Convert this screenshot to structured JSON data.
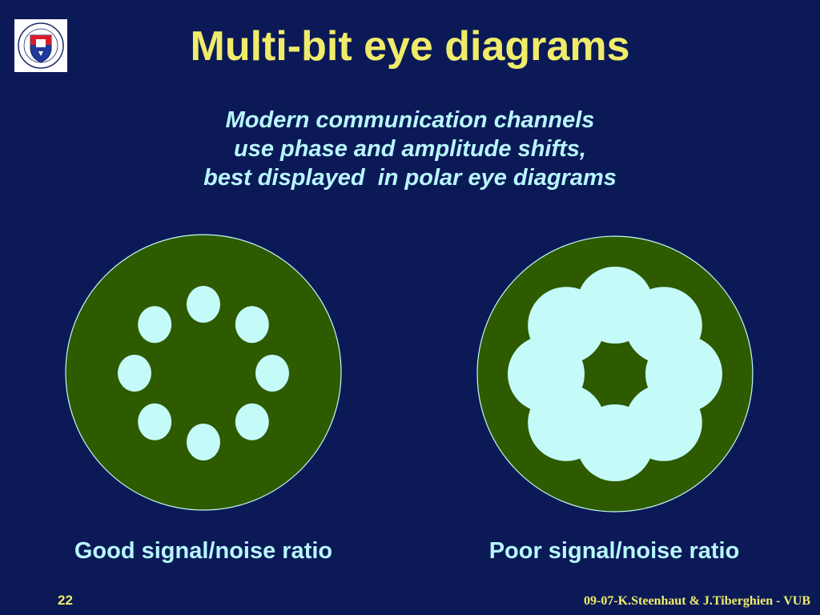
{
  "title": "Multi-bit eye diagrams",
  "subtitle_lines": [
    "Modern communication channels",
    "use phase and amplitude shifts,",
    "best displayed  in polar eye diagrams"
  ],
  "diagrams": [
    {
      "caption": "Good signal/noise ratio",
      "symbol_count": 8,
      "noise": "low"
    },
    {
      "caption": "Poor signal/noise ratio",
      "symbol_count": 8,
      "noise": "high"
    }
  ],
  "slide_number": "22",
  "footer": "09-07-K.Steenhaut & J.Tiberghien - VUB",
  "colors": {
    "background": "#0b1a57",
    "title": "#f0ec6a",
    "text": "#b8f6ff",
    "disc": "#2e5a00",
    "symbol": "#c4fbf8"
  },
  "logo": {
    "icon": "university-seal-icon"
  }
}
